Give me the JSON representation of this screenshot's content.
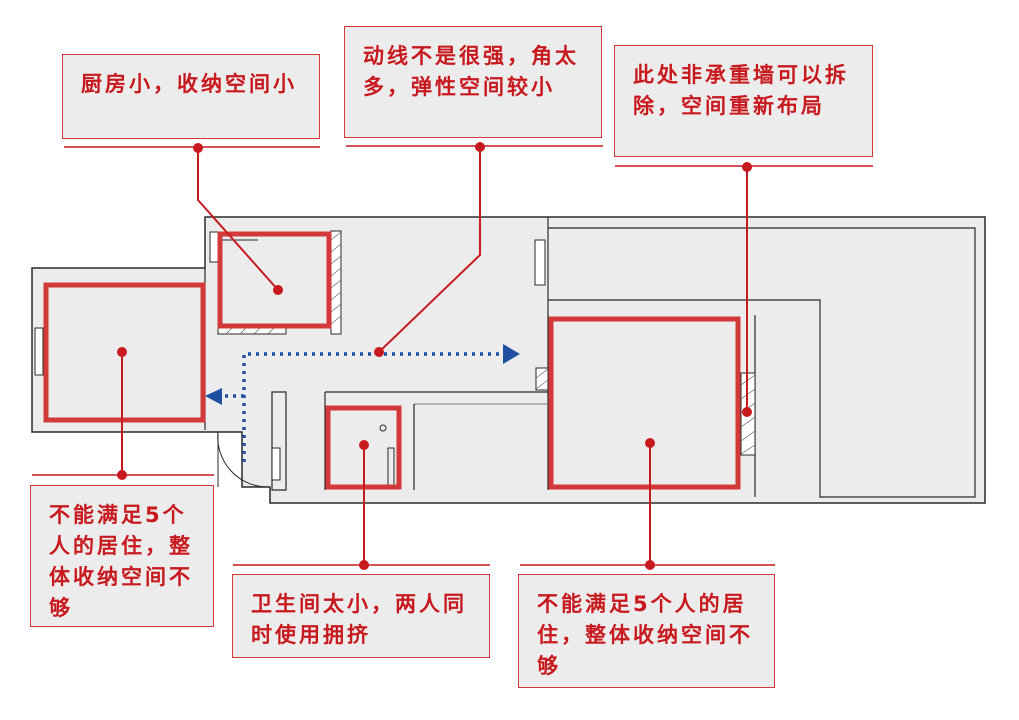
{
  "annotations": {
    "kitchen": "厨房小，收纳空间小",
    "circulation": "动线不是很强，角太多，弹性空间较小",
    "wall": "此处非承重墙可以拆除，空间重新布局",
    "left_room": "不能满足5个人的居住，整体收纳空间不够",
    "bathroom": "卫生间太小，两人同时使用拥挤",
    "right_room": "不能满足5个人的居住，整体收纳空间不够"
  },
  "colors": {
    "accent": "#c8191e",
    "box_border": "#d23a3a",
    "box_fill": "#ececec",
    "plan_fill": "#ececec",
    "wall": "#2a2a2a",
    "flow_arrow": "#1f4fa0"
  }
}
